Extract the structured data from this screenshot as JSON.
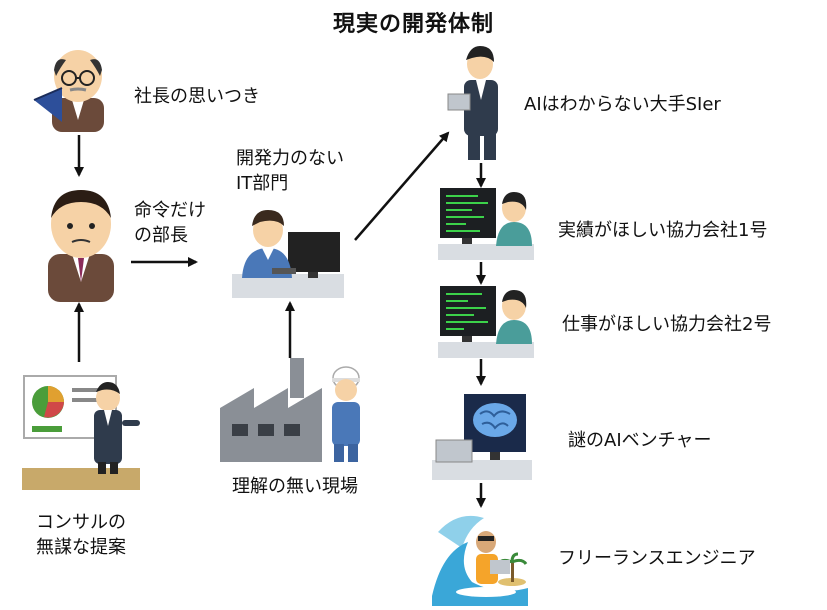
{
  "title": "現実の開発体制",
  "nodes": {
    "president": "社長の思いつき",
    "manager": "命令だけ\nの部長",
    "it_dept": "開発力のない\nIT部門",
    "consultant": "コンサルの\n無謀な提案",
    "site": "理解の無い現場",
    "big_sier": "AIはわからない大手SIer",
    "partner1": "実績がほしい協力会社1号",
    "partner2": "仕事がほしい協力会社2号",
    "ai_venture": "謎のAIベンチャー",
    "freelance": "フリーランスエンジニア"
  },
  "colors": {
    "arrow": "#111111",
    "monitor_code": "#3cd24a",
    "shirt_blue": "#4a78b8",
    "suit_dark": "#2f3b4c",
    "skin": "#f6d2a6",
    "factory_gray": "#8a8f96",
    "brain_blue": "#6aa8e8",
    "wave_blue": "#3aa7d8"
  }
}
